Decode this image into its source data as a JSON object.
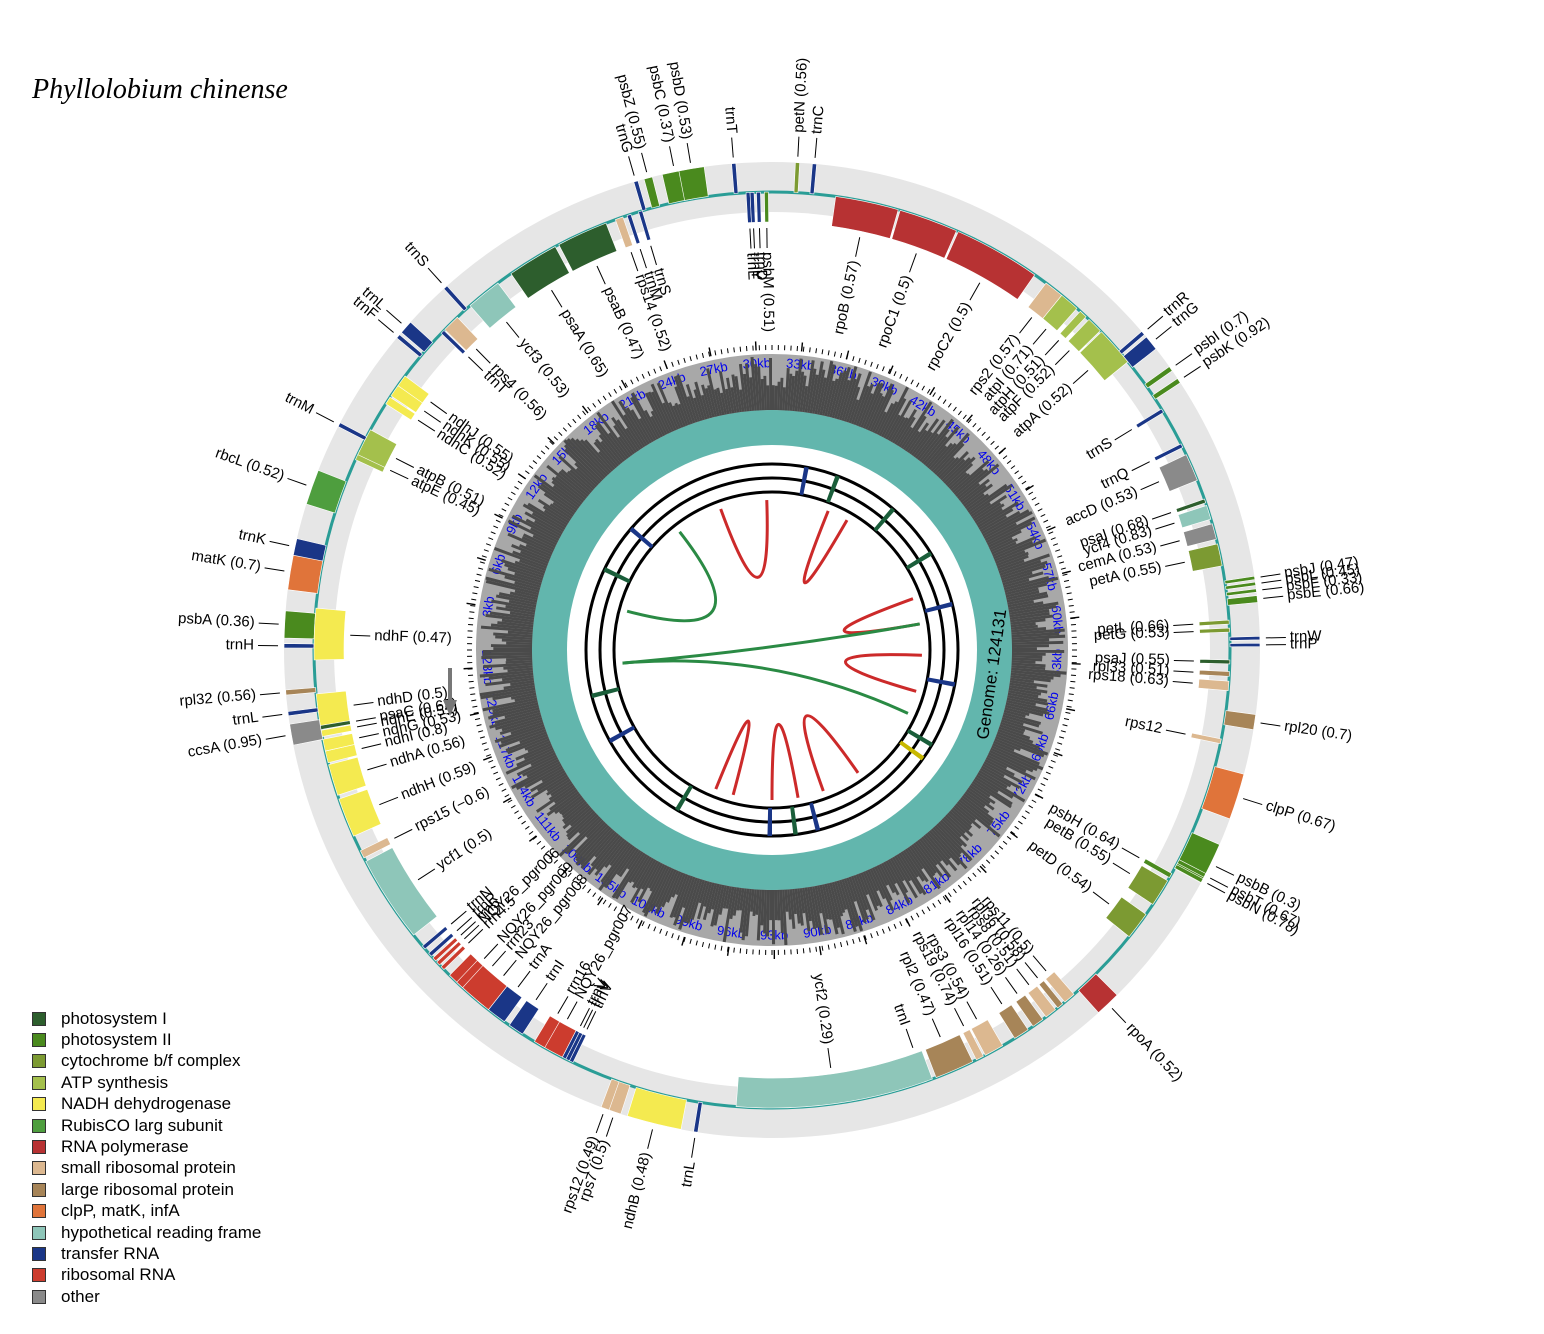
{
  "title": "Phyllolobium chinense",
  "genome_label": "Genome: 124131",
  "colors": {
    "PSI": "#2d5e2d",
    "PSII": "#4a8a1e",
    "CYT": "#7c9a32",
    "ATP": "#a4c04c",
    "NADH": "#f4ea50",
    "RBC": "#4e9e3e",
    "RNAP": "#b73233",
    "SRP": "#dcb890",
    "LRP": "#a78558",
    "CLP": "#e0743a",
    "HYP": "#8ec6b9",
    "TRNA": "#1a3687",
    "RRNA": "#cc3c2e",
    "OTH": "#8a8a8a"
  },
  "legend": [
    {
      "label": "photosystem I",
      "color_key": "PSI"
    },
    {
      "label": "photosystem II",
      "color_key": "PSII"
    },
    {
      "label": "cytochrome b/f complex",
      "color_key": "CYT"
    },
    {
      "label": "ATP synthesis",
      "color_key": "ATP"
    },
    {
      "label": "NADH dehydrogenase",
      "color_key": "NADH"
    },
    {
      "label": "RubisCO larg subunit",
      "color_key": "RBC"
    },
    {
      "label": "RNA polymerase",
      "color_key": "RNAP"
    },
    {
      "label": "small ribosomal protein",
      "color_key": "SRP"
    },
    {
      "label": "large ribosomal protein",
      "color_key": "LRP"
    },
    {
      "label": "clpP, matK, infA",
      "color_key": "CLP"
    },
    {
      "label": "hypothetical reading frame",
      "color_key": "HYP"
    },
    {
      "label": "transfer RNA",
      "color_key": "TRNA"
    },
    {
      "label": "ribosomal RNA",
      "color_key": "RRNA"
    },
    {
      "label": "other",
      "color_key": "OTH"
    }
  ],
  "kb_ticks": [
    "3kb",
    "6kb",
    "9kb",
    "12kb",
    "15kb",
    "18kb",
    "21kb",
    "24kb",
    "27kb",
    "30kb",
    "33kb",
    "36kb",
    "39kb",
    "42kb",
    "45kb",
    "48kb",
    "51kb",
    "54kb",
    "57kb",
    "60kb",
    "63kb",
    "66kb",
    "69kb",
    "72kb",
    "75kb",
    "78kb",
    "81kb",
    "84kb",
    "87kb",
    "90kb",
    "93kb",
    "96kb",
    "99kb",
    "102kb",
    "105kb",
    "108kb",
    "111kb",
    "114kb",
    "117kb",
    "120kb",
    "123kb"
  ],
  "genes": [
    {
      "name": "trnH",
      "type": "TRNA",
      "angle": 0.5,
      "span": 0.5,
      "strand": "out"
    },
    {
      "name": "psbA (0.36)",
      "type": "PSII",
      "angle": 3.0,
      "span": 3.2,
      "strand": "out"
    },
    {
      "name": "matK (0.7)",
      "type": "CLP",
      "angle": 9.2,
      "span": 4.2,
      "strand": "out"
    },
    {
      "name": "trnK",
      "type": "TRNA",
      "angle": 12.2,
      "span": 2.0,
      "strand": "out"
    },
    {
      "name": "rbcL (0.52)",
      "type": "RBC",
      "angle": 19.5,
      "span": 4.2,
      "strand": "out"
    },
    {
      "name": "trnM",
      "type": "TRNA",
      "angle": 27.5,
      "span": 0.5,
      "strand": "out"
    },
    {
      "name": "atpE (0.45)",
      "type": "ATP",
      "angle": 25.2,
      "span": 1.3,
      "strand": "in"
    },
    {
      "name": "atpB (0.51)",
      "type": "ATP",
      "angle": 27.0,
      "span": 3.5,
      "strand": "in"
    },
    {
      "name": "ndhC (0.52)",
      "type": "NADH",
      "angle": 33.0,
      "span": 1.0,
      "strand": "in"
    },
    {
      "name": "ndhK (0.55)",
      "type": "NADH",
      "angle": 34.5,
      "span": 1.6,
      "strand": "in"
    },
    {
      "name": "ndhJ (0.55)",
      "type": "NADH",
      "angle": 36.0,
      "span": 1.5,
      "strand": "in"
    },
    {
      "name": "trnF",
      "type": "TRNA",
      "angle": 40.0,
      "span": 0.5,
      "strand": "out"
    },
    {
      "name": "trnL",
      "type": "TRNA",
      "angle": 41.4,
      "span": 1.6,
      "strand": "out"
    },
    {
      "name": "trnT",
      "type": "TRNA",
      "angle": 44.0,
      "span": 0.5,
      "strand": "in"
    },
    {
      "name": "rps4 (0.56)",
      "type": "SRP",
      "angle": 45.5,
      "span": 2.2,
      "strand": "in"
    },
    {
      "name": "trnS",
      "type": "TRNA",
      "angle": 48.0,
      "span": 0.5,
      "strand": "out"
    },
    {
      "name": "ycf3 (0.53)",
      "type": "HYP",
      "angle": 51.0,
      "span": 4.5,
      "strand": "in"
    },
    {
      "name": "psaA (0.65)",
      "type": "PSI",
      "angle": 58.5,
      "span": 6.5,
      "strand": "in"
    },
    {
      "name": "psaB (0.47)",
      "type": "PSI",
      "angle": 65.5,
      "span": 6.5,
      "strand": "in"
    },
    {
      "name": "rps14 (0.52)",
      "type": "SRP",
      "angle": 70.5,
      "span": 1.0,
      "strand": "in"
    },
    {
      "name": "trnM",
      "type": "TRNA",
      "angle": 71.8,
      "span": 0.5,
      "strand": "in"
    },
    {
      "name": "trnS",
      "type": "TRNA",
      "angle": 73.3,
      "span": 0.5,
      "strand": "in"
    },
    {
      "name": "trnG",
      "type": "TRNA",
      "angle": 73.8,
      "span": 0.5,
      "strand": "out"
    },
    {
      "name": "psbZ (0.55)",
      "type": "PSII",
      "angle": 75.3,
      "span": 1.0,
      "strand": "out"
    },
    {
      "name": "psbC (0.37)",
      "type": "PSII",
      "angle": 78.5,
      "span": 3.0,
      "strand": "out"
    },
    {
      "name": "psbD (0.53)",
      "type": "PSII",
      "angle": 80.5,
      "span": 3.0,
      "strand": "out"
    },
    {
      "name": "trnT",
      "type": "TRNA",
      "angle": 85.5,
      "span": 0.5,
      "strand": "out"
    },
    {
      "name": "trnE",
      "type": "TRNA",
      "angle": 87.0,
      "span": 0.5,
      "strand": "in"
    },
    {
      "name": "trnY",
      "type": "TRNA",
      "angle": 87.5,
      "span": 0.5,
      "strand": "in"
    },
    {
      "name": "trnD",
      "type": "TRNA",
      "angle": 88.3,
      "span": 0.5,
      "strand": "in"
    },
    {
      "name": "psbM (0.51)",
      "type": "PSII",
      "angle": 89.3,
      "span": 0.5,
      "strand": "in"
    },
    {
      "name": "petN (0.56)",
      "type": "CYT",
      "angle": 93.0,
      "span": 0.5,
      "strand": "out"
    },
    {
      "name": "trnC",
      "type": "TRNA",
      "angle": 95.0,
      "span": 0.5,
      "strand": "out"
    },
    {
      "name": "rpoB (0.57)",
      "type": "RNAP",
      "angle": 102.0,
      "span": 8.0,
      "strand": "in"
    },
    {
      "name": "rpoC1 (0.5)",
      "type": "RNAP",
      "angle": 110.0,
      "span": 7.5,
      "strand": "in"
    },
    {
      "name": "rpoC2 (0.5)",
      "type": "RNAP",
      "angle": 119.5,
      "span": 11.0,
      "strand": "in"
    },
    {
      "name": "rps2 (0.57)",
      "type": "SRP",
      "angle": 128.0,
      "span": 2.5,
      "strand": "in"
    },
    {
      "name": "atpI (0.71)",
      "type": "ATP",
      "angle": 130.5,
      "span": 2.5,
      "strand": "in"
    },
    {
      "name": "atpH (0.51)",
      "type": "ATP",
      "angle": 132.8,
      "span": 1.0,
      "strand": "in"
    },
    {
      "name": "atpF (0.52)",
      "type": "ATP",
      "angle": 134.8,
      "span": 2.0,
      "strand": "in"
    },
    {
      "name": "atpA (0.52)",
      "type": "ATP",
      "angle": 138.5,
      "span": 5.0,
      "strand": "in"
    },
    {
      "name": "trnR",
      "type": "TRNA",
      "angle": 139.5,
      "span": 0.5,
      "strand": "out"
    },
    {
      "name": "trnG",
      "type": "TRNA",
      "angle": 141.0,
      "span": 1.8,
      "strand": "out"
    },
    {
      "name": "psbI (0.7)",
      "type": "PSII",
      "angle": 144.8,
      "span": 0.6,
      "strand": "out"
    },
    {
      "name": "psbK (0.92)",
      "type": "PSII",
      "angle": 146.5,
      "span": 0.6,
      "strand": "out"
    },
    {
      "name": "trnS",
      "type": "TRNA",
      "angle": 148.5,
      "span": 0.5,
      "strand": "in"
    },
    {
      "name": "trnQ",
      "type": "TRNA",
      "angle": 153.5,
      "span": 0.5,
      "strand": "in"
    },
    {
      "name": "accD (0.53)",
      "type": "OTH",
      "angle": 156.5,
      "span": 3.5,
      "strand": "in"
    },
    {
      "name": "psaI (0.68)",
      "type": "PSI",
      "angle": 161.0,
      "span": 0.5,
      "strand": "in"
    },
    {
      "name": "ycf4 (0.83)",
      "type": "HYP",
      "angle": 162.5,
      "span": 1.8,
      "strand": "in"
    },
    {
      "name": "cemA (0.53)",
      "type": "OTH",
      "angle": 165.0,
      "span": 2.0,
      "strand": "in"
    },
    {
      "name": "petA (0.55)",
      "type": "CYT",
      "angle": 168.0,
      "span": 2.8,
      "strand": "in"
    },
    {
      "name": "psbJ (0.47)",
      "type": "PSII",
      "angle": 171.5,
      "span": 0.4,
      "strand": "out"
    },
    {
      "name": "psbL (0.45)",
      "type": "PSII",
      "angle": 172.2,
      "span": 0.4,
      "strand": "out"
    },
    {
      "name": "psbF (0.33)",
      "type": "PSII",
      "angle": 173.0,
      "span": 0.4,
      "strand": "out"
    },
    {
      "name": "psbE (0.66)",
      "type": "PSII",
      "angle": 174.0,
      "span": 0.8,
      "strand": "out"
    },
    {
      "name": "petL (0.66)",
      "type": "CYT",
      "angle": 176.5,
      "span": 0.5,
      "strand": "in"
    },
    {
      "name": "petG (0.53)",
      "type": "CYT",
      "angle": 177.5,
      "span": 0.5,
      "strand": "in"
    },
    {
      "name": "trnW",
      "type": "TRNA",
      "angle": 178.6,
      "span": 0.4,
      "strand": "out"
    },
    {
      "name": "trnP",
      "type": "TRNA",
      "angle": 179.4,
      "span": 0.4,
      "strand": "out"
    },
    {
      "name": "psaJ (0.55)",
      "type": "PSI",
      "angle": 181.5,
      "span": 0.5,
      "strand": "in"
    },
    {
      "name": "rpl33 (0.51)",
      "type": "LRP",
      "angle": 183.0,
      "span": 0.6,
      "strand": "in"
    },
    {
      "name": "rps18 (0.63)",
      "type": "SRP",
      "angle": 184.5,
      "span": 1.2,
      "strand": "in"
    },
    {
      "name": "rpl20 (0.7)",
      "type": "LRP",
      "angle": 188.5,
      "span": 1.8,
      "strand": "out"
    },
    {
      "name": "rps12",
      "type": "SRP",
      "angle": 191.5,
      "span": 0.6,
      "strand": "in"
    },
    {
      "name": "clpP (0.67)",
      "type": "CLP",
      "angle": 197.5,
      "span": 5.5,
      "strand": "out"
    },
    {
      "name": "psbB (0.3)",
      "type": "PSII",
      "angle": 206.0,
      "span": 5.0,
      "strand": "out"
    },
    {
      "name": "psbT (0.67)",
      "type": "PSII",
      "angle": 207.5,
      "span": 0.5,
      "strand": "out"
    },
    {
      "name": "psbN (0.78)",
      "type": "PSII",
      "angle": 208.2,
      "span": 0.5,
      "strand": "out"
    },
    {
      "name": "psbH (0.64)",
      "type": "PSII",
      "angle": 209.5,
      "span": 0.6,
      "strand": "in"
    },
    {
      "name": "petB (0.55)",
      "type": "CYT",
      "angle": 212.0,
      "span": 3.5,
      "strand": "in"
    },
    {
      "name": "petD (0.54)",
      "type": "CYT",
      "angle": 217.0,
      "span": 3.5,
      "strand": "in"
    },
    {
      "name": "rpoA (0.52)",
      "type": "RNAP",
      "angle": 226.5,
      "span": 3.0,
      "strand": "out"
    },
    {
      "name": "rps11 (0.5)",
      "type": "SRP",
      "angle": 229.5,
      "span": 1.5,
      "strand": "in"
    },
    {
      "name": "rpl36 (0.58)",
      "type": "LRP",
      "angle": 231.0,
      "span": 0.8,
      "strand": "in"
    },
    {
      "name": "rps8 (0.51)",
      "type": "SRP",
      "angle": 232.5,
      "span": 1.5,
      "strand": "in"
    },
    {
      "name": "rpl14 (0.26)",
      "type": "LRP",
      "angle": 234.5,
      "span": 1.5,
      "strand": "in"
    },
    {
      "name": "rpl16 (0.51)",
      "type": "LRP",
      "angle": 237.0,
      "span": 2.0,
      "strand": "in"
    },
    {
      "name": "rps3 (0.54)",
      "type": "SRP",
      "angle": 241.0,
      "span": 2.5,
      "strand": "in"
    },
    {
      "name": "rps19 (0.74)",
      "type": "SRP",
      "angle": 243.0,
      "span": 1.0,
      "strand": "in"
    },
    {
      "name": "rpl2 (0.47)",
      "type": "LRP",
      "angle": 246.5,
      "span": 5.0,
      "strand": "in"
    },
    {
      "name": "trnI",
      "type": "TRNA",
      "angle": 250.5,
      "span": 0.5,
      "strand": "in"
    },
    {
      "name": "ycf2 (0.29)",
      "type": "HYP",
      "angle": 262.0,
      "span": 25.0,
      "strand": "in"
    },
    {
      "name": "trnL",
      "type": "TRNA",
      "angle": 279.0,
      "span": 0.5,
      "strand": "out"
    },
    {
      "name": "ndhB (0.48)",
      "type": "NADH",
      "angle": 284.0,
      "span": 6.5,
      "strand": "out"
    },
    {
      "name": "rps7 (0.5)",
      "type": "SRP",
      "angle": 288.8,
      "span": 1.5,
      "strand": "out"
    },
    {
      "name": "rps12 (0.49)",
      "type": "SRP",
      "angle": 290.0,
      "span": 1.0,
      "strand": "out"
    },
    {
      "name": "trnV",
      "type": "TRNA",
      "angle": 296.0,
      "span": 0.5,
      "strand": "in"
    },
    {
      "name": "trnV",
      "type": "TRNA",
      "angle": 296.5,
      "span": 0.5,
      "strand": "in"
    },
    {
      "name": "trnV",
      "type": "TRNA",
      "angle": 297.0,
      "span": 0.5,
      "strand": "in"
    },
    {
      "name": "NQY26_pgr007",
      "type": "RRNA",
      "angle": 299.0,
      "span": 3.5,
      "strand": "in"
    },
    {
      "name": "rrn16",
      "type": "RRNA",
      "angle": 300.5,
      "span": 1.5,
      "strand": "in"
    },
    {
      "name": "trnI",
      "type": "TRNA",
      "angle": 304.0,
      "span": 2.0,
      "strand": "in"
    },
    {
      "name": "trnA",
      "type": "TRNA",
      "angle": 307.0,
      "span": 2.5,
      "strand": "in"
    },
    {
      "name": "NQY26_pgr008",
      "type": "RRNA",
      "angle": 309.5,
      "span": 1.0,
      "strand": "in"
    },
    {
      "name": "rrn23",
      "type": "RRNA",
      "angle": 311.5,
      "span": 6.5,
      "strand": "in"
    },
    {
      "name": "NQY26_pgr009",
      "type": "RRNA",
      "angle": 313.0,
      "span": 1.0,
      "strand": "in"
    },
    {
      "name": "rrn4.5",
      "type": "RRNA",
      "angle": 316.0,
      "span": 0.5,
      "strand": "in"
    },
    {
      "name": "NQY26_pgr006",
      "type": "RRNA",
      "angle": 316.8,
      "span": 0.5,
      "strand": "in"
    },
    {
      "name": "rrn5",
      "type": "RRNA",
      "angle": 317.5,
      "span": 0.5,
      "strand": "in"
    },
    {
      "name": "trnR",
      "type": "TRNA",
      "angle": 318.3,
      "span": 0.5,
      "strand": "in"
    },
    {
      "name": "trnN",
      "type": "TRNA",
      "angle": 319.5,
      "span": 0.5,
      "strand": "in"
    },
    {
      "name": "ycf1 (0.5)",
      "type": "HYP",
      "angle": 327.0,
      "span": 11.0,
      "strand": "in"
    },
    {
      "name": "rps15 (−0.6)",
      "type": "SRP",
      "angle": 333.5,
      "span": 1.0,
      "strand": "in"
    },
    {
      "name": "ndhH (0.59)",
      "type": "NADH",
      "angle": 338.5,
      "span": 5.0,
      "strand": "in"
    },
    {
      "name": "ndhA (0.56)",
      "type": "NADH",
      "angle": 343.5,
      "span": 4.0,
      "strand": "in"
    },
    {
      "name": "ndhI (0.8)",
      "type": "NADH",
      "angle": 346.5,
      "span": 1.5,
      "strand": "in"
    },
    {
      "name": "ndhG (0.53)",
      "type": "NADH",
      "angle": 348.0,
      "span": 1.5,
      "strand": "in"
    },
    {
      "name": "ndhE (0.51)",
      "type": "NADH",
      "angle": 349.5,
      "span": 0.8,
      "strand": "in"
    },
    {
      "name": "psaC (0.62)",
      "type": "PSI",
      "angle": 350.3,
      "span": 0.6,
      "strand": "in"
    },
    {
      "name": "ndhD (0.5)",
      "type": "NADH",
      "angle": 352.5,
      "span": 4.0,
      "strand": "in"
    },
    {
      "name": "ccsA (0.95)",
      "type": "OTH",
      "angle": 350.0,
      "span": 2.5,
      "strand": "out"
    },
    {
      "name": "trnL",
      "type": "TRNA",
      "angle": 352.5,
      "span": 0.5,
      "strand": "out"
    },
    {
      "name": "rpl32 (0.56)",
      "type": "LRP",
      "angle": 355.0,
      "span": 0.6,
      "strand": "out"
    },
    {
      "name": "ndhF (0.47)",
      "type": "NADH",
      "angle": 362.0,
      "span": 6.5,
      "strand": "in"
    }
  ]
}
